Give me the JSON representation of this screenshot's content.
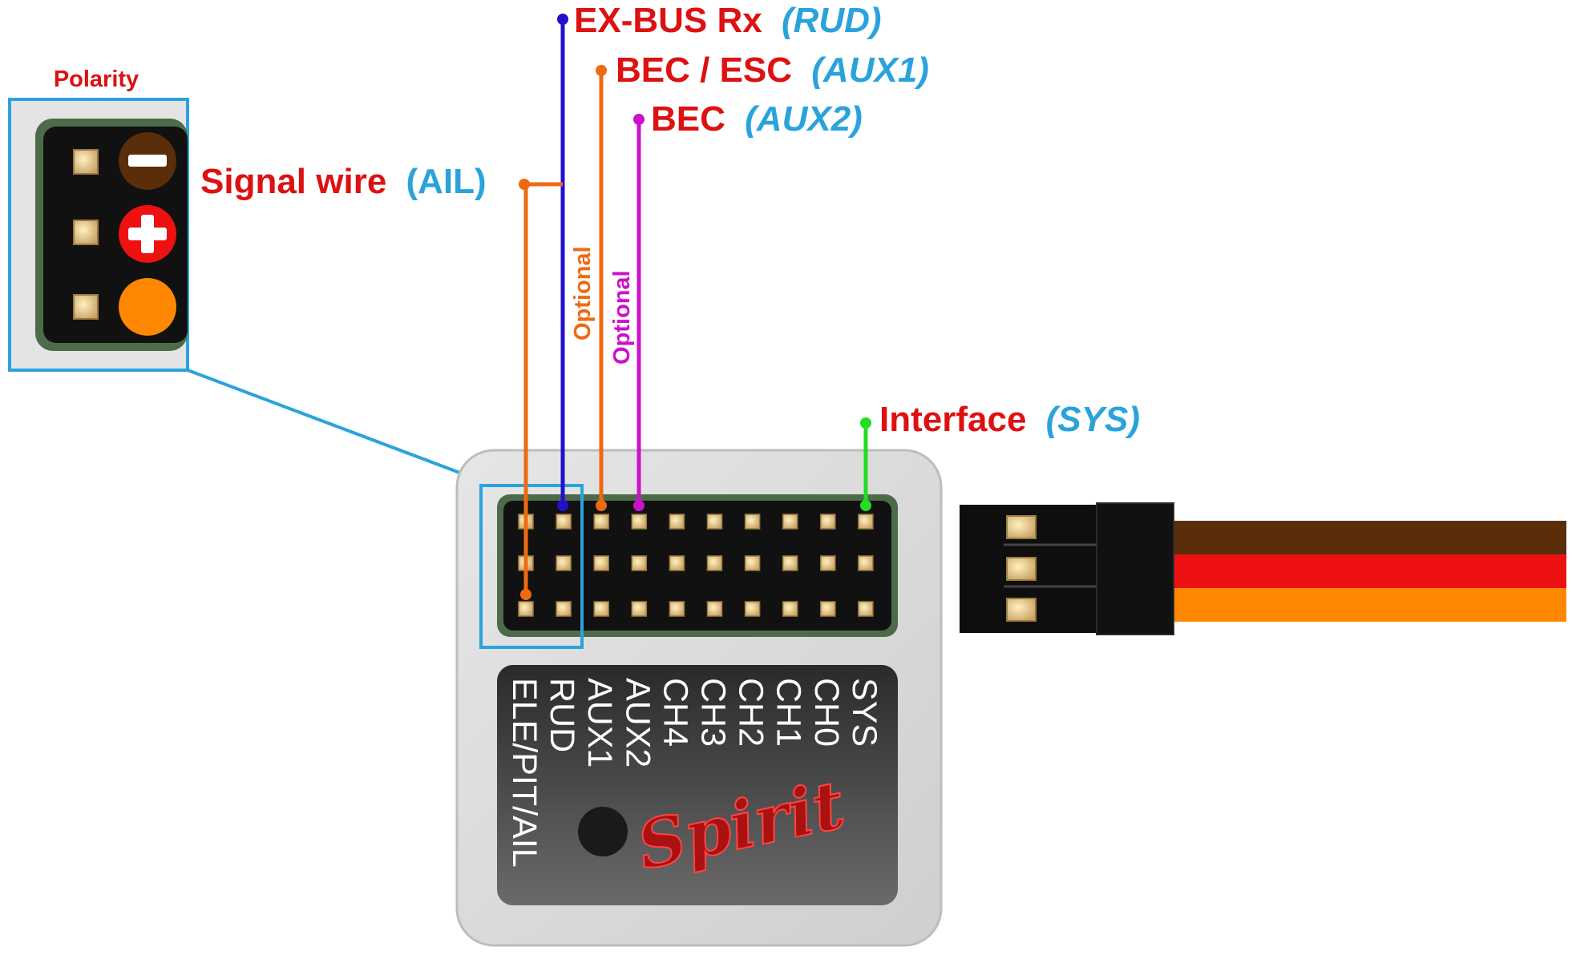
{
  "polarity": {
    "title": "Polarity",
    "minus_symbol": "−",
    "plus_symbol": "+",
    "minus_color": "#5a2e0a",
    "plus_color": "#ee1111",
    "signal_color": "#ff8800"
  },
  "labels": {
    "exbus_main": "EX-BUS Rx",
    "exbus_channel": "(RUD)",
    "bec_esc_main": "BEC / ESC",
    "bec_esc_channel": "(AUX1)",
    "bec_main": "BEC",
    "bec_channel": "(AUX2)",
    "signal_main": "Signal wire",
    "signal_channel": "(AIL)",
    "interface_main": "Interface",
    "interface_channel": "(SYS)",
    "optional_1": "Optional",
    "optional_2": "Optional"
  },
  "device": {
    "pin_labels": [
      "ELE/PIT/AIL",
      "RUD",
      "AUX1",
      "AUX2",
      "CH4",
      "CH3",
      "CH2",
      "CH1",
      "CH0",
      "SYS"
    ],
    "logo_text": "Spirit"
  },
  "colors": {
    "exbus_line": "#2211cc",
    "bec_esc_line": "#ee6a11",
    "bec_line": "#cc11cc",
    "signal_line": "#ee6a11",
    "interface_line": "#22dd22",
    "highlight_box": "#2aa3dd",
    "wire_brown": "#5a2e0a",
    "wire_red": "#ee1111",
    "wire_orange": "#ff8800"
  }
}
